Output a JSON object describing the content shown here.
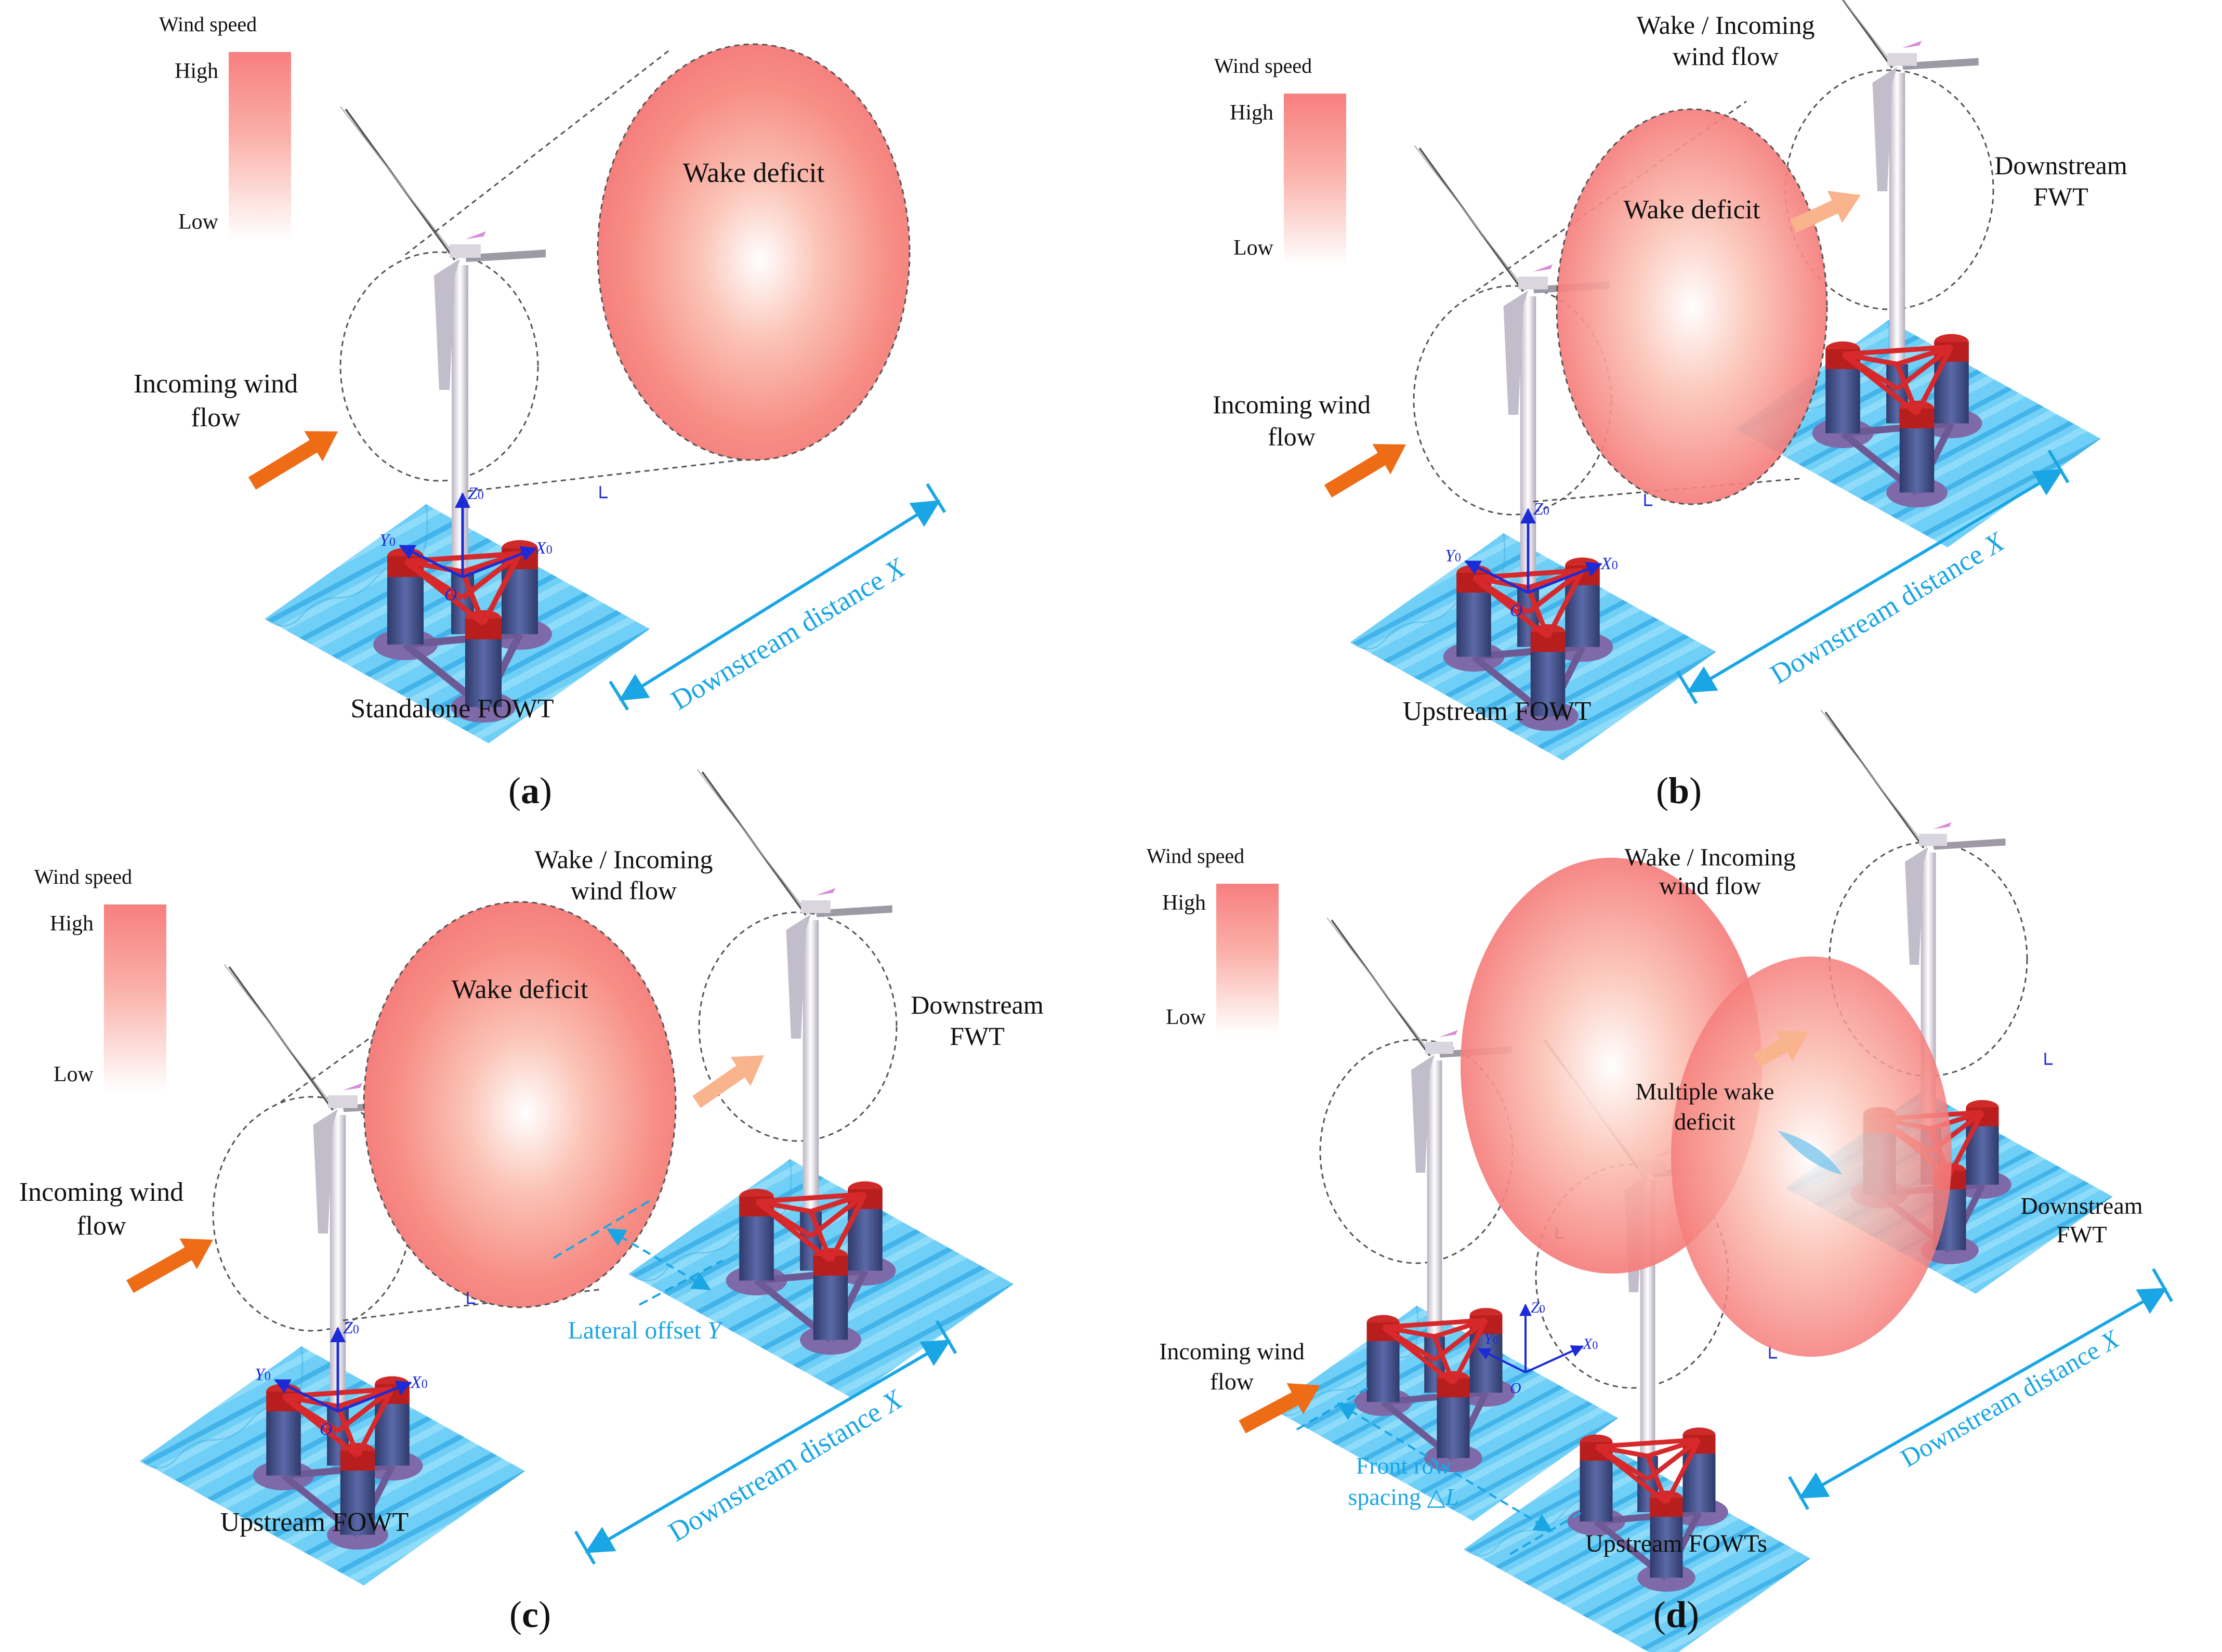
{
  "colors": {
    "wake_high": "#f77f7f",
    "wake_low": "#ffffff",
    "water": "#6fcff6",
    "water_dark": "#43b4ea",
    "arrow_incoming": "#ef6c17",
    "arrow_wake": "#f9b48d",
    "dimension": "#1aa6e4",
    "platform_column": "#3d4b80",
    "platform_top": "#cf2a2a",
    "tower": "#e8e2ea"
  },
  "icons": {
    "incoming_arrow": "orange-arrow-icon",
    "wake_arrow": "peach-arrow-icon",
    "turbine": "wind-turbine-icon",
    "platform": "semisubmersible-platform-icon"
  },
  "panels": [
    {
      "id": "a",
      "caption": "a",
      "colorbar": {
        "title": "Wind speed",
        "high": "High",
        "low": "Low"
      },
      "wake_label": "Wake deficit",
      "incoming_label": [
        "Incoming wind",
        "flow"
      ],
      "turbine_label": "Standalone FOWT",
      "dimension_label": "Downstream distance ",
      "dimension_var": "X",
      "axes": {
        "z": "Z",
        "y": "Y",
        "x": "X",
        "sub": "0",
        "origin": "O"
      }
    },
    {
      "id": "b",
      "caption": "b",
      "colorbar": {
        "title": "Wind speed",
        "high": "High",
        "low": "Low"
      },
      "wake_label": "Wake deficit",
      "incoming_label": [
        "Incoming wind",
        "flow"
      ],
      "wake_incoming_label": [
        "Wake / Incoming",
        "wind flow"
      ],
      "downstream_label": [
        "Downstream",
        "FWT"
      ],
      "turbine_label": "Upstream FOWT",
      "dimension_label": "Downstream distance ",
      "dimension_var": "X",
      "axes": {
        "z": "Z",
        "y": "Y",
        "x": "X",
        "sub": "0",
        "origin": "O"
      }
    },
    {
      "id": "c",
      "caption": "c",
      "colorbar": {
        "title": "Wind speed",
        "high": "High",
        "low": "Low"
      },
      "wake_label": "Wake deficit",
      "incoming_label": [
        "Incoming wind",
        "flow"
      ],
      "wake_incoming_label": [
        "Wake / Incoming",
        "wind flow"
      ],
      "downstream_label": [
        "Downstream",
        "FWT"
      ],
      "turbine_label": "Upstream FOWT",
      "dimension_label": "Downstream distance ",
      "dimension_var": "X",
      "lateral_label": "Lateral offset ",
      "lateral_var": "Y",
      "axes": {
        "z": "Z",
        "y": "Y",
        "x": "X",
        "sub": "0",
        "origin": "O"
      }
    },
    {
      "id": "d",
      "caption": "d",
      "colorbar": {
        "title": "Wind speed",
        "high": "High",
        "low": "Low"
      },
      "wake_label": [
        "Multiple wake",
        "deficit"
      ],
      "incoming_label": [
        "Incoming wind",
        "flow"
      ],
      "wake_incoming_label": [
        "Wake / Incoming",
        "wind flow"
      ],
      "downstream_label": [
        "Downstream",
        "FWT"
      ],
      "turbine_label": "Upstream FOWTs",
      "dimension_label": "Downstream distance ",
      "dimension_var": "X",
      "spacing_label": [
        "Front row",
        "spacing △"
      ],
      "spacing_var": "L",
      "axes": {
        "z": "Z",
        "y": "Y",
        "x": "X",
        "sub": "0",
        "origin": "O"
      }
    }
  ]
}
